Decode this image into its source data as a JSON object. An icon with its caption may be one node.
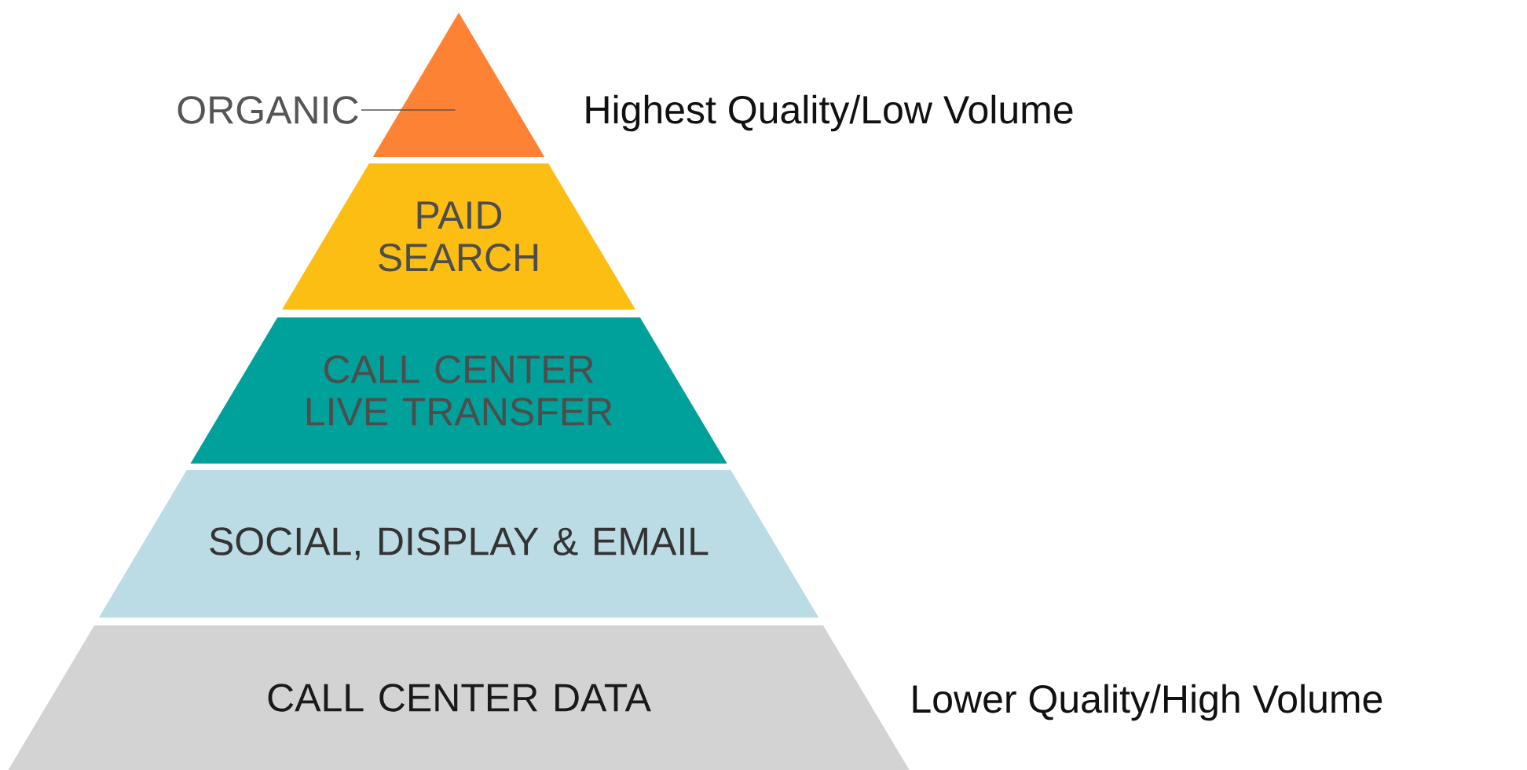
{
  "diagram": {
    "nodes": [
      {
        "text": [
          "ORGANIC"
        ]
      },
      {
        "text": [],
        "shape": "triangle"
      },
      {
        "text": [
          "PAID SEARCH"
        ]
      },
      {
        "text": [
          "CALL CENTER LIVE TRANSFER"
        ]
      },
      {
        "text": [
          "SOCIAL, DISPLAY & EMAIL"
        ]
      },
      {
        "text": [
          "CALL CENTER DATA"
        ]
      }
    ],
    "edges": [
      {
        "from": 0,
        "to": 1,
        "arrow": "none"
      }
    ],
    "labels": [
      "Highest Quality/Low Volume",
      "Lower Quality/High Volume"
    ]
  }
}
